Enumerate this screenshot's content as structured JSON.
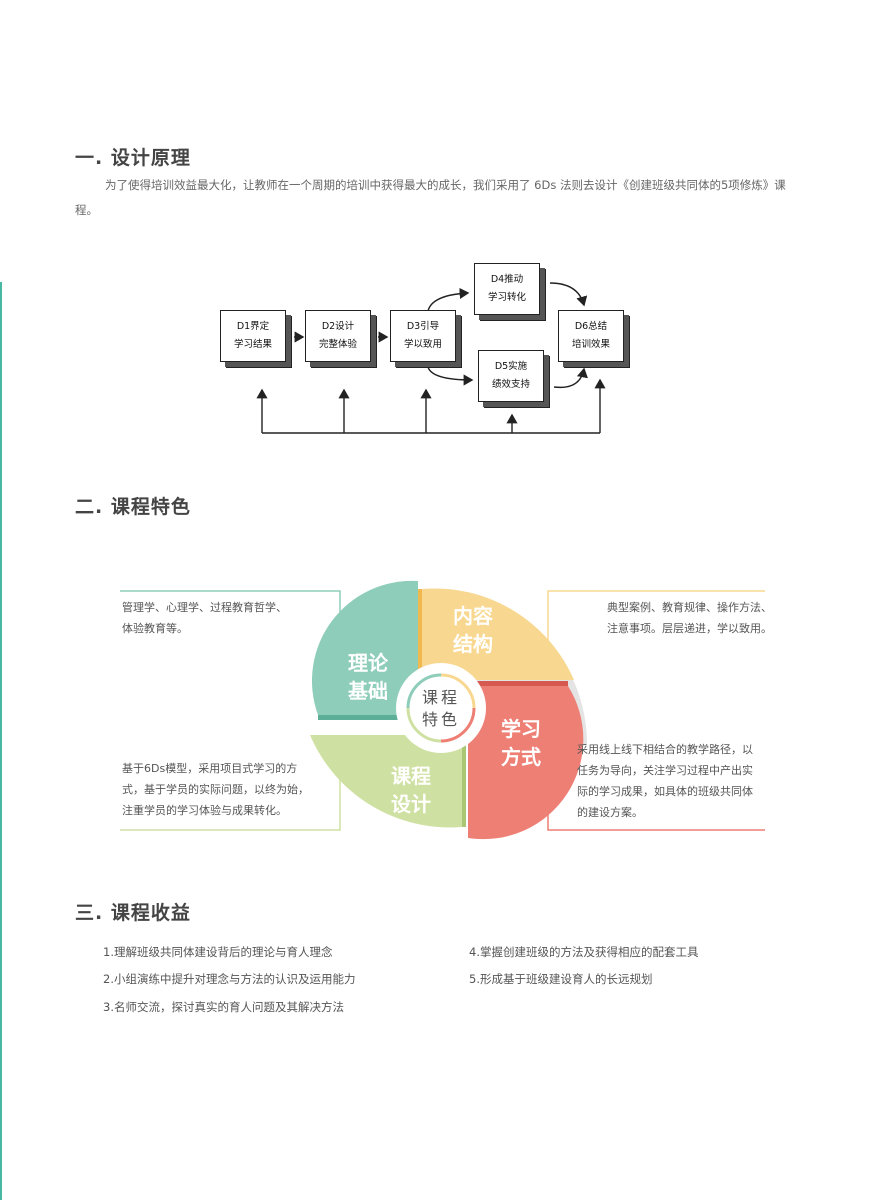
{
  "section1": {
    "title": "一. 设计原理",
    "paragraph": "为了使得培训效益最大化，让教师在一个周期的培训中获得最大的成长，我们采用了 6Ds 法则去设计《创建班级共同体的5项修炼》课程。"
  },
  "flow": {
    "d1": [
      "D1界定",
      "学习结果"
    ],
    "d2": [
      "D2设计",
      "完整体验"
    ],
    "d3": [
      "D3引导",
      "学以致用"
    ],
    "d4": [
      "D4推动",
      "学习转化"
    ],
    "d5": [
      "D5实施",
      "绩效支持"
    ],
    "d6": [
      "D6总结",
      "培训效果"
    ]
  },
  "section2": {
    "title": "二. 课程特色",
    "center": [
      "课程",
      "特色"
    ],
    "quadrants": {
      "theory": {
        "label": [
          "理论",
          "基础"
        ],
        "color": "#8ecdb9",
        "text": [
          "管理学、心理学、过程教育哲学、",
          "体验教育等。"
        ]
      },
      "content": {
        "label": [
          "内容",
          "结构"
        ],
        "color": "#f8d890",
        "text": [
          "典型案例、教育规律、操作方法、",
          "注意事项。层层递进，学以致用。"
        ]
      },
      "method": {
        "label": [
          "学习",
          "方式"
        ],
        "color": "#ee7f74",
        "text": [
          "采用线上线下相结合的教学路径，以",
          "任务为导向，关注学习过程中产出实",
          "际的学习成果，如具体的班级共同体",
          "的建设方案。"
        ]
      },
      "design": {
        "label": [
          "课程",
          "设计"
        ],
        "color": "#cfe1a2",
        "text": [
          "基于6Ds模型，采用项目式学习的方",
          "式，基于学员的实际问题，以终为始，",
          "注重学员的学习体验与成果转化。"
        ]
      }
    }
  },
  "section3": {
    "title": "三. 课程收益",
    "items": [
      "1.理解班级共同体建设背后的理论与育人理念",
      "2.小组演练中提升对理念与方法的认识及运用能力",
      "3.名师交流，探讨真实的育人问题及其解决方法",
      "4.掌握创建班级的方法及获得相应的配套工具",
      "5.形成基于班级建设育人的长远规划"
    ]
  }
}
